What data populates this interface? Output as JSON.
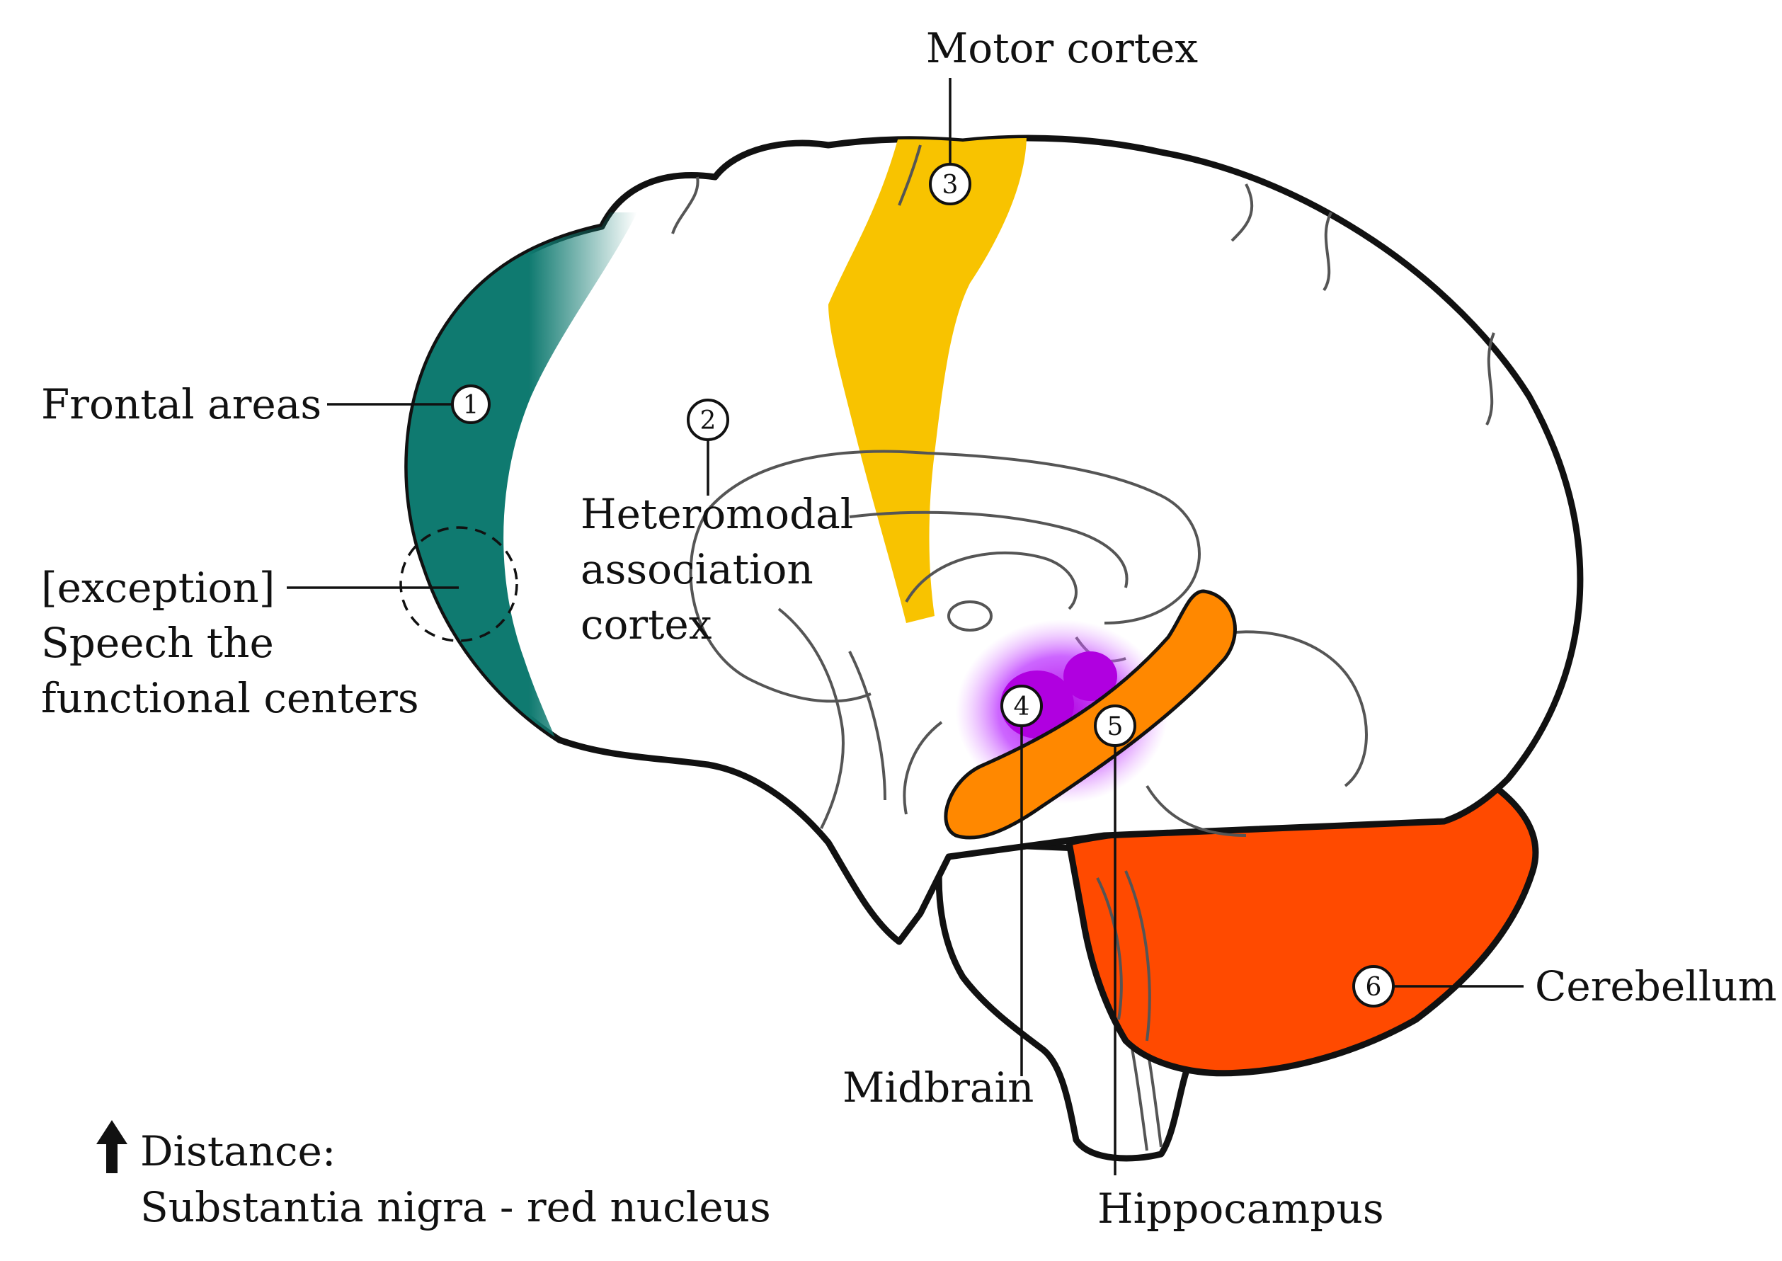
{
  "labels": {
    "motor_cortex": "Motor cortex",
    "frontal_areas": "Frontal areas",
    "heteromodal": [
      "Heteromodal",
      "association",
      "cortex"
    ],
    "exception": [
      "[exception]",
      "Speech the",
      "functional centers"
    ],
    "midbrain": "Midbrain",
    "hippocampus": "Hippocampus",
    "cerebellum": "Cerebellum",
    "distance": [
      "Distance:",
      "Substantia nigra - red nucleus"
    ]
  },
  "markers": [
    "1",
    "2",
    "3",
    "4",
    "5",
    "6"
  ],
  "colors": {
    "frontal": "#0f7a70",
    "motor": "#f8c300",
    "midbrain": "#b000e0",
    "hippocampus": "#ff8800",
    "cerebellum": "#ff4a00",
    "outline": "#111111"
  },
  "icons": {
    "distance": "up-arrow-icon"
  }
}
